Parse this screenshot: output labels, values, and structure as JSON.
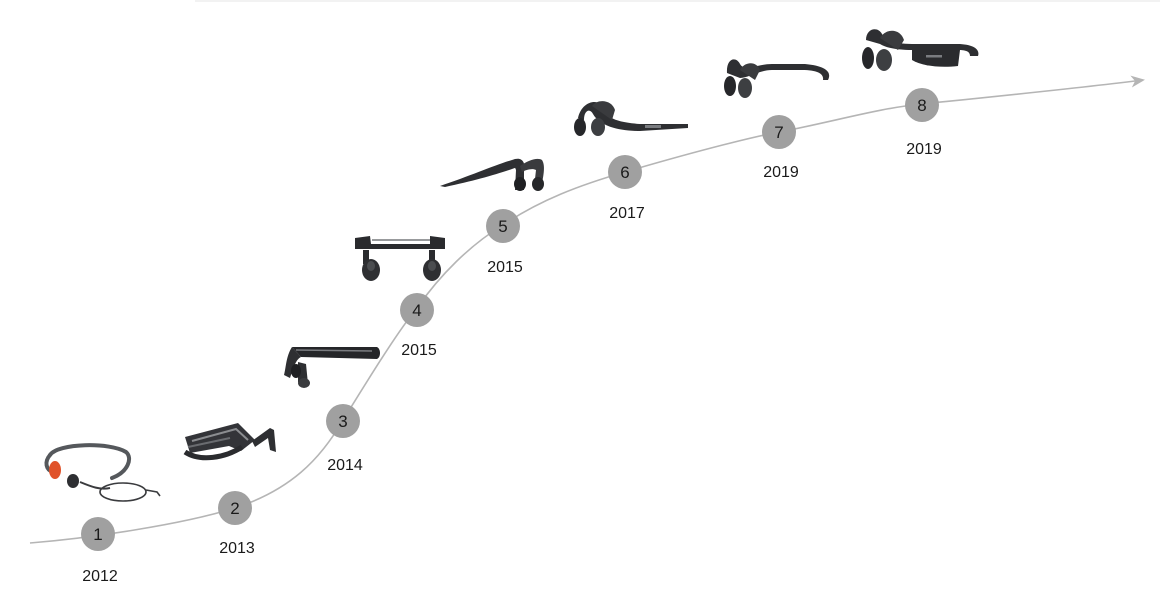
{
  "timeline": {
    "line_color": "#b5b5b5",
    "node_color": "#a0a0a0",
    "product_color": "#2e2f32",
    "accent_color": "#e0522a",
    "milestones": [
      {
        "number": "1",
        "year": "2012",
        "icon": "headphone-icon-neckband-corded"
      },
      {
        "number": "2",
        "year": "2013",
        "icon": "headphone-icon-band-wide"
      },
      {
        "number": "3",
        "year": "2014",
        "icon": "headphone-icon-band-glossy"
      },
      {
        "number": "4",
        "year": "2015",
        "icon": "headphone-icon-band-flat"
      },
      {
        "number": "5",
        "year": "2015",
        "icon": "headphone-icon-band-slim"
      },
      {
        "number": "6",
        "year": "2017",
        "icon": "headphone-icon-open-ear"
      },
      {
        "number": "7",
        "year": "2019",
        "icon": "headphone-icon-open-ear-compact"
      },
      {
        "number": "8",
        "year": "2019",
        "icon": "headphone-icon-open-ear-premium"
      }
    ]
  }
}
